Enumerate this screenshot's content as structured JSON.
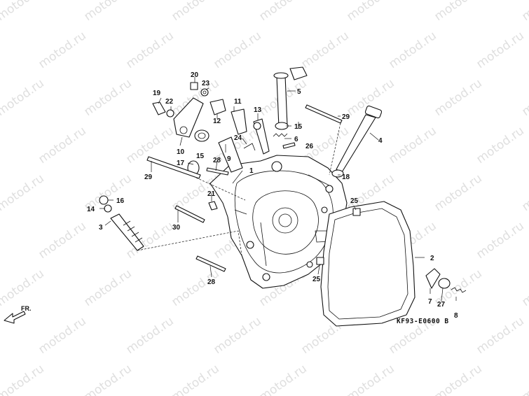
{
  "watermark": {
    "text": "motod.ru",
    "color": "#cfcfcf"
  },
  "direction_label": "FR.",
  "diagram_code": "KF93-E0600 B",
  "callouts": [
    {
      "id": "c1",
      "text": "1"
    },
    {
      "id": "c2",
      "text": "2"
    },
    {
      "id": "c3",
      "text": "3"
    },
    {
      "id": "c4",
      "text": "4"
    },
    {
      "id": "c5",
      "text": "5"
    },
    {
      "id": "c6",
      "text": "6"
    },
    {
      "id": "c7",
      "text": "7"
    },
    {
      "id": "c8",
      "text": "8"
    },
    {
      "id": "c9",
      "text": "9"
    },
    {
      "id": "c10",
      "text": "10"
    },
    {
      "id": "c11",
      "text": "11"
    },
    {
      "id": "c12",
      "text": "12"
    },
    {
      "id": "c13",
      "text": "13"
    },
    {
      "id": "c14",
      "text": "14"
    },
    {
      "id": "c15a",
      "text": "15"
    },
    {
      "id": "c15b",
      "text": "15"
    },
    {
      "id": "c16",
      "text": "16"
    },
    {
      "id": "c17",
      "text": "17"
    },
    {
      "id": "c18",
      "text": "18"
    },
    {
      "id": "c19",
      "text": "19"
    },
    {
      "id": "c20",
      "text": "20"
    },
    {
      "id": "c21",
      "text": "21"
    },
    {
      "id": "c22",
      "text": "22"
    },
    {
      "id": "c23",
      "text": "23"
    },
    {
      "id": "c24",
      "text": "24"
    },
    {
      "id": "c25a",
      "text": "25"
    },
    {
      "id": "c25b",
      "text": "25"
    },
    {
      "id": "c26",
      "text": "26"
    },
    {
      "id": "c27",
      "text": "27"
    },
    {
      "id": "c28a",
      "text": "28"
    },
    {
      "id": "c28b",
      "text": "28"
    },
    {
      "id": "c29a",
      "text": "29"
    },
    {
      "id": "c29b",
      "text": "29"
    },
    {
      "id": "c30",
      "text": "30"
    }
  ]
}
